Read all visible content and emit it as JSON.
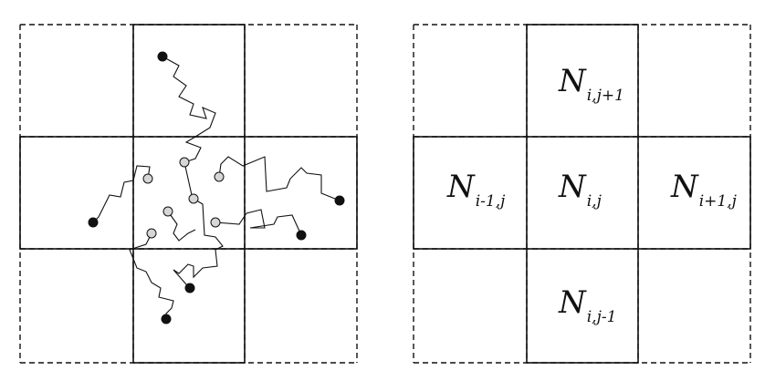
{
  "diagram": {
    "left_panel": {
      "walks": [
        {
          "id": "north"
        },
        {
          "id": "west"
        },
        {
          "id": "east-upper"
        },
        {
          "id": "east-lower"
        },
        {
          "id": "south-upper"
        },
        {
          "id": "south-lower"
        }
      ]
    },
    "right_panel": {
      "labels": [
        {
          "id": "top",
          "main": "N",
          "sub": "i,j+1"
        },
        {
          "id": "left",
          "main": "N",
          "sub": "i-1,j"
        },
        {
          "id": "center",
          "main": "N",
          "sub": "i,j"
        },
        {
          "id": "right",
          "main": "N",
          "sub": "i+1,j"
        },
        {
          "id": "bottom",
          "main": "N",
          "sub": "i,j-1"
        }
      ]
    }
  },
  "colors": {
    "line": "#111111",
    "filled_marker": "#111111",
    "hollow_marker_fill": "#d6d6d6",
    "background": "#ffffff"
  }
}
